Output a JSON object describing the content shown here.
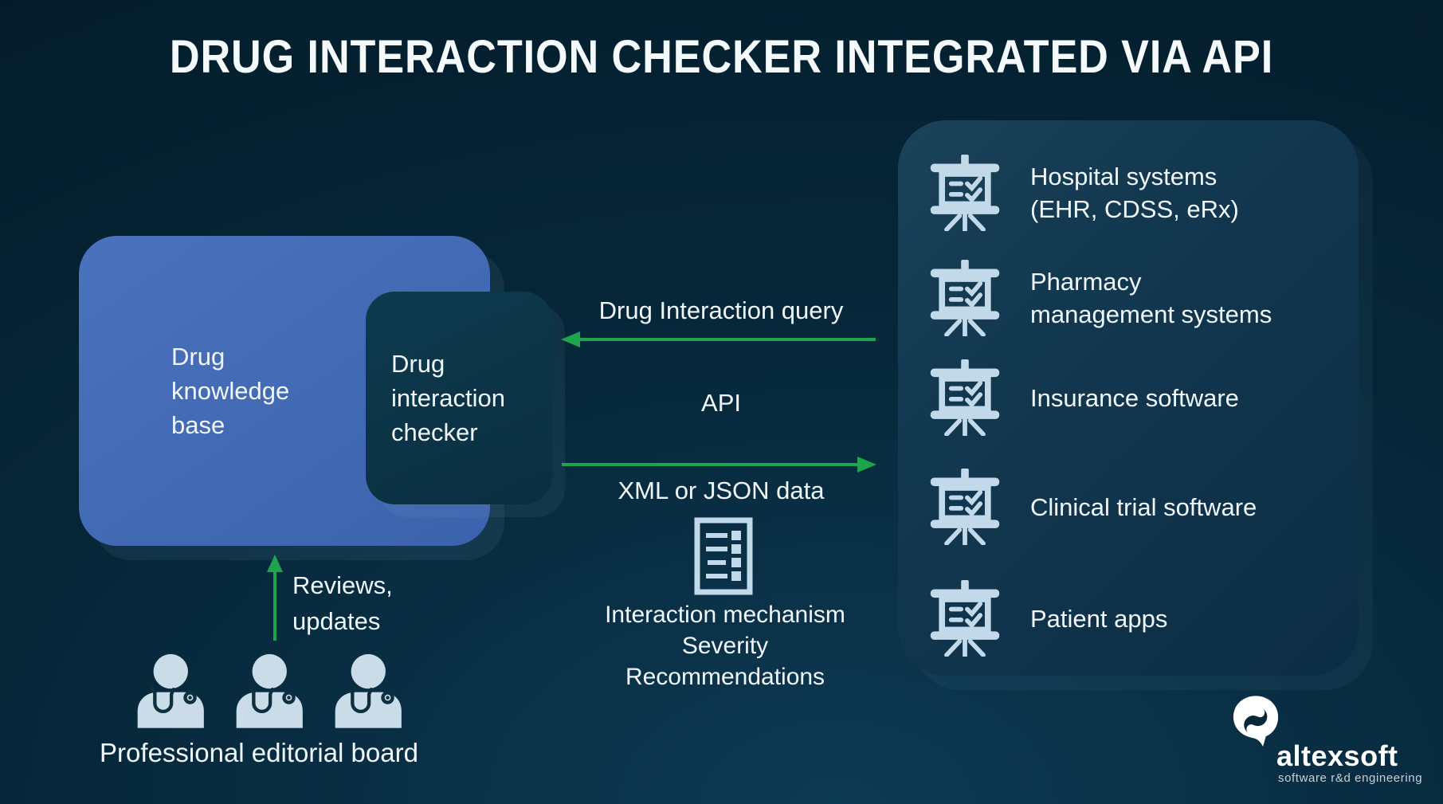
{
  "title": "DRUG INTERACTION CHECKER INTEGRATED VIA API",
  "colors": {
    "accent_green": "#1fa44e",
    "box_blue": "#4069b4",
    "icon_blue": "#c2d9ea",
    "background": "#04222f"
  },
  "knowledge_base": {
    "label": "Drug\nknowledge\nbase"
  },
  "checker": {
    "label": "Drug\ninteraction\nchecker"
  },
  "api_flow": {
    "query_label": "Drug Interaction query",
    "api_label": "API",
    "response_label": "XML or JSON data",
    "details": "Interaction mechanism\nSeverity\nRecommendations"
  },
  "right_panel": {
    "items": [
      {
        "label": "Hospital systems\n(EHR, CDSS, eRx)"
      },
      {
        "label": "Pharmacy\nmanagement systems"
      },
      {
        "label": "Insurance software"
      },
      {
        "label": "Clinical trial software"
      },
      {
        "label": "Patient apps"
      }
    ]
  },
  "editorial": {
    "arrow_label": "Reviews,\nupdates",
    "caption": "Professional editorial board"
  },
  "logo": {
    "name": "altexsoft",
    "tagline": "software r&d engineering"
  }
}
